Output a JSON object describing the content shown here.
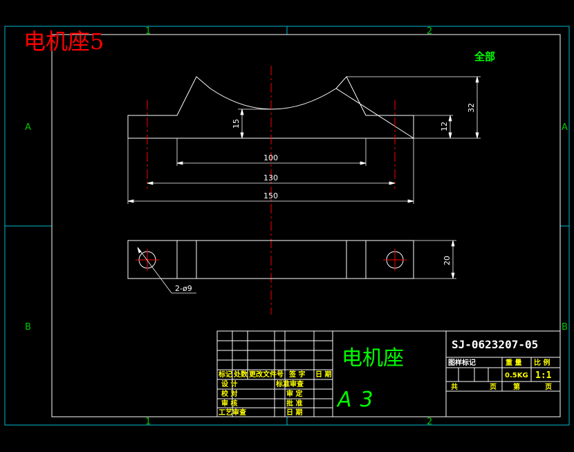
{
  "overlay_title": "电机座5",
  "view_label": "全部",
  "zones": {
    "top_cols": [
      "1",
      "2"
    ],
    "bottom_cols": [
      "1",
      "2"
    ],
    "left_rows": [
      "A",
      "B"
    ],
    "right_rows": [
      "A",
      "B"
    ]
  },
  "dimensions": {
    "d100": "100",
    "d130": "130",
    "d150": "150",
    "d15": "15",
    "d12": "12",
    "d32": "32",
    "d20": "20",
    "hole": "2-ø9"
  },
  "title_block": {
    "part_name": "电机座",
    "drawing_no": "SJ-0623207-05",
    "sheet_size": "A3",
    "col_stage_mark": "图样标记",
    "col_weight": "重 量",
    "col_scale": "比 例",
    "weight_value": "0.5KG",
    "scale_value": "1:1",
    "total_label": "共",
    "sheet_unit": "页",
    "sheet_label": "第",
    "sheet_unit2": "页",
    "rev_headers": [
      "标记",
      "处数",
      "更改文件号",
      "签 字",
      "日 期"
    ],
    "sign_rows": [
      "设 计",
      "校 对",
      "审 核",
      "工 艺",
      "工艺审查"
    ],
    "sign_right": [
      "标准审查",
      "审 定",
      "批 准",
      "日 期"
    ]
  },
  "colors": {
    "frame": "#00bcd4",
    "outline": "#ffffff",
    "center": "#ff0000",
    "title_red": "#ff0000",
    "green": "#00ff00",
    "yellow": "#ffff00"
  }
}
